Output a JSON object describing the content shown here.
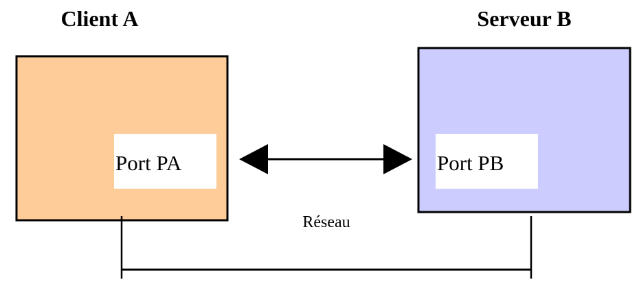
{
  "client": {
    "title": "Client A",
    "port_label": "Port PA",
    "color": "#FECC99"
  },
  "server": {
    "title": "Serveur B",
    "port_label": "Port PB",
    "color": "#CCCCFF"
  },
  "network": {
    "label": "Réseau"
  },
  "connection": {
    "type": "bidirectional-arrow"
  }
}
